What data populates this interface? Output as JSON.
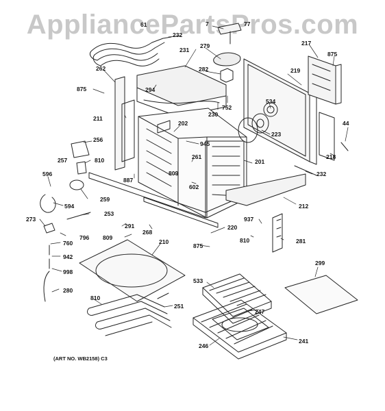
{
  "watermark": "AppliancePartsPros.com",
  "art_number": "(ART NO. WB2158) C3",
  "callouts": [
    {
      "id": "c232a",
      "text": "232"
    },
    {
      "id": "c7",
      "text": "7"
    },
    {
      "id": "c277",
      "text": "77"
    },
    {
      "id": "c231",
      "text": "231"
    },
    {
      "id": "c279",
      "text": "279"
    },
    {
      "id": "c217",
      "text": "217"
    },
    {
      "id": "c875a",
      "text": "875"
    },
    {
      "id": "c262",
      "text": "262"
    },
    {
      "id": "c282",
      "text": "282"
    },
    {
      "id": "c219",
      "text": "219"
    },
    {
      "id": "c875b",
      "text": "875"
    },
    {
      "id": "c294",
      "text": "294"
    },
    {
      "id": "c752",
      "text": "752"
    },
    {
      "id": "c534",
      "text": "534"
    },
    {
      "id": "c230",
      "text": "230"
    },
    {
      "id": "c211",
      "text": "211"
    },
    {
      "id": "c202",
      "text": "202"
    },
    {
      "id": "c223",
      "text": "223"
    },
    {
      "id": "c44",
      "text": "44"
    },
    {
      "id": "c256",
      "text": "256"
    },
    {
      "id": "c945",
      "text": "945"
    },
    {
      "id": "c218",
      "text": "218"
    },
    {
      "id": "c810a",
      "text": "810"
    },
    {
      "id": "c257",
      "text": "257"
    },
    {
      "id": "c261",
      "text": "261"
    },
    {
      "id": "c201",
      "text": "201"
    },
    {
      "id": "c809a",
      "text": "809"
    },
    {
      "id": "c596",
      "text": "596"
    },
    {
      "id": "c887",
      "text": "887"
    },
    {
      "id": "c602",
      "text": "602"
    },
    {
      "id": "c232b",
      "text": "232"
    },
    {
      "id": "c259",
      "text": "259"
    },
    {
      "id": "c594",
      "text": "594"
    },
    {
      "id": "c212",
      "text": "212"
    },
    {
      "id": "c253",
      "text": "253"
    },
    {
      "id": "c273",
      "text": "273"
    },
    {
      "id": "c291",
      "text": "291"
    },
    {
      "id": "c937",
      "text": "937"
    },
    {
      "id": "c220",
      "text": "220"
    },
    {
      "id": "c796",
      "text": "796"
    },
    {
      "id": "c268",
      "text": "268"
    },
    {
      "id": "c809b",
      "text": "809"
    },
    {
      "id": "c810b",
      "text": "810"
    },
    {
      "id": "c281",
      "text": "281"
    },
    {
      "id": "c760",
      "text": "760"
    },
    {
      "id": "c210",
      "text": "210"
    },
    {
      "id": "c875c",
      "text": "875"
    },
    {
      "id": "c942",
      "text": "942"
    },
    {
      "id": "c299",
      "text": "299"
    },
    {
      "id": "c998",
      "text": "998"
    },
    {
      "id": "c533",
      "text": "533"
    },
    {
      "id": "c280",
      "text": "280"
    },
    {
      "id": "c810c",
      "text": "810"
    },
    {
      "id": "c251",
      "text": "251"
    },
    {
      "id": "c247",
      "text": "247"
    },
    {
      "id": "c241",
      "text": "241"
    },
    {
      "id": "c246",
      "text": "246"
    }
  ]
}
